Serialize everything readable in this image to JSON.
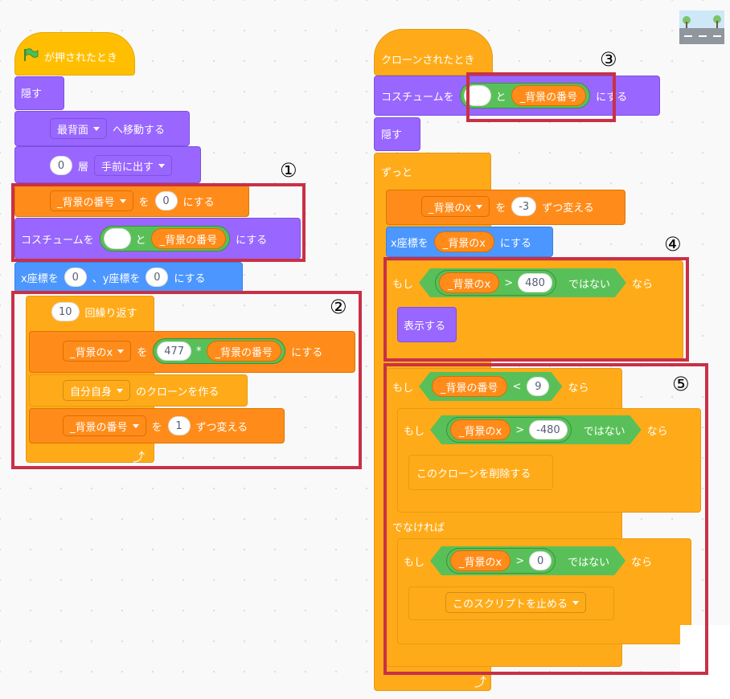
{
  "left_script": {
    "hat_label": "が押されたとき",
    "hide_label": "隠す",
    "layer": {
      "option": "最背面",
      "label": "へ移動する"
    },
    "layer2": {
      "value": "0",
      "label": "層",
      "option": "手前に出す"
    },
    "set_bg": {
      "variable": "_背景の番号",
      "word1": "を",
      "value": "0",
      "word2": "にする"
    },
    "costume": {
      "label": "コスチュームを",
      "join_word": "と",
      "reporter": "_背景の番号",
      "suffix": "にする"
    },
    "goto": {
      "label1": "x座標を",
      "x": "0",
      "label2": "、y座標を",
      "y": "0",
      "label3": "にする"
    },
    "repeat": {
      "count": "10",
      "label": "回繰り返す"
    },
    "set_x": {
      "variable": "_背景のx",
      "word1": "を",
      "value": "477",
      "operator": "*",
      "reporter": "_背景の番号",
      "word2": "にする"
    },
    "clone": {
      "option": "自分自身",
      "label": "のクローンを作る"
    },
    "change_bg": {
      "variable": "_背景の番号",
      "word1": "を",
      "value": "1",
      "word2": "ずつ変える"
    }
  },
  "right_script": {
    "hat_label": "クローンされたとき",
    "costume": {
      "label": "コスチュームを",
      "join_word": "と",
      "reporter": "_背景の番号",
      "suffix": "にする"
    },
    "hide_label": "隠す",
    "forever_label": "ずっと",
    "change_x": {
      "variable": "_背景のx",
      "word1": "を",
      "value": "-3",
      "word2": "ずつ変える"
    },
    "set_xpos": {
      "label": "x座標を",
      "reporter": "_背景のx",
      "suffix": "にする"
    },
    "if1": {
      "if": "もし",
      "reporter": "_背景のx",
      "op": ">",
      "value": "480",
      "not": "ではない",
      "then": "なら",
      "body": "表示する"
    },
    "if2": {
      "if": "もし",
      "reporter": "_背景の番号",
      "op": "<",
      "value": "9",
      "then": "なら"
    },
    "if3": {
      "if": "もし",
      "reporter": "_背景のx",
      "op": ">",
      "value": "-480",
      "not": "ではない",
      "then": "なら",
      "body": "このクローンを削除する"
    },
    "else_label": "でなければ",
    "if4": {
      "if": "もし",
      "reporter": "_背景のx",
      "op": ">",
      "value": "0",
      "not": "ではない",
      "then": "なら"
    },
    "stop": {
      "option": "このスクリプトを止める"
    }
  },
  "annotations": [
    "①",
    "②",
    "③",
    "④",
    "⑤"
  ],
  "colors": {
    "events": "#ffbf00",
    "control": "#ffab19",
    "looks": "#9966ff",
    "variables": "#ff8c1a",
    "motion": "#4c97ff",
    "operators": "#59c059",
    "highlight": "#c93046"
  }
}
